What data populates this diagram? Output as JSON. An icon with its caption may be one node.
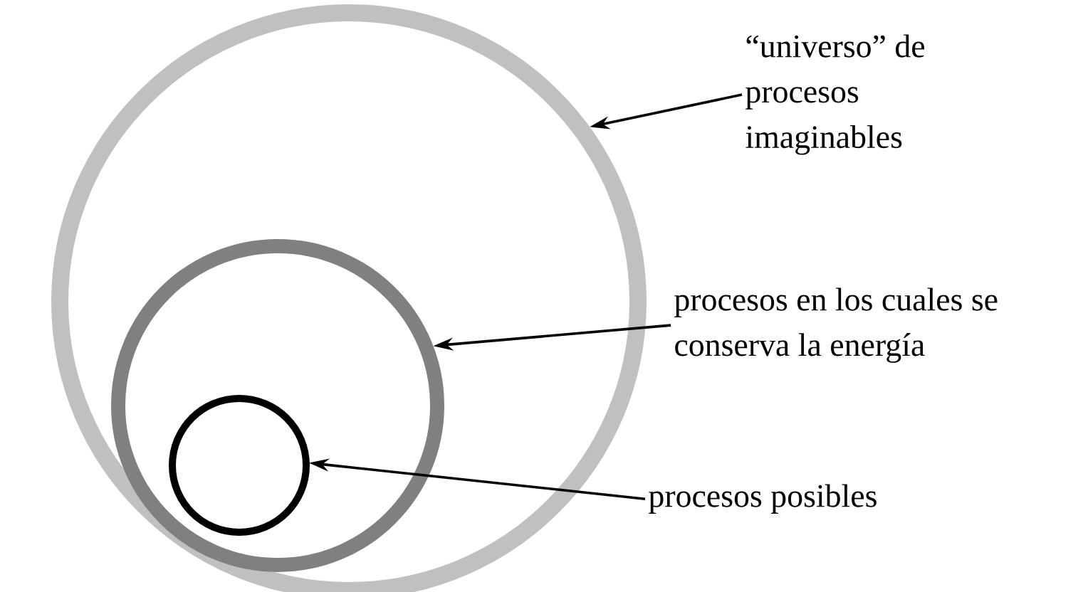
{
  "diagram": {
    "nodes": [
      {
        "text": [],
        "shape": "circle"
      },
      {
        "text": [],
        "shape": "circle",
        "in": 0
      },
      {
        "text": [],
        "shape": "circle",
        "in": 1
      },
      {
        "text": [
          "“universo” de procesos imaginables"
        ]
      },
      {
        "text": [
          "procesos en los cuales se conserva la energía"
        ]
      },
      {
        "text": [
          "procesos posibles"
        ]
      }
    ],
    "edges": [
      {
        "from": 3,
        "to": 0,
        "arrow": "to"
      },
      {
        "from": 4,
        "to": 1,
        "arrow": "to"
      },
      {
        "from": 5,
        "to": 2,
        "arrow": "to"
      }
    ]
  }
}
